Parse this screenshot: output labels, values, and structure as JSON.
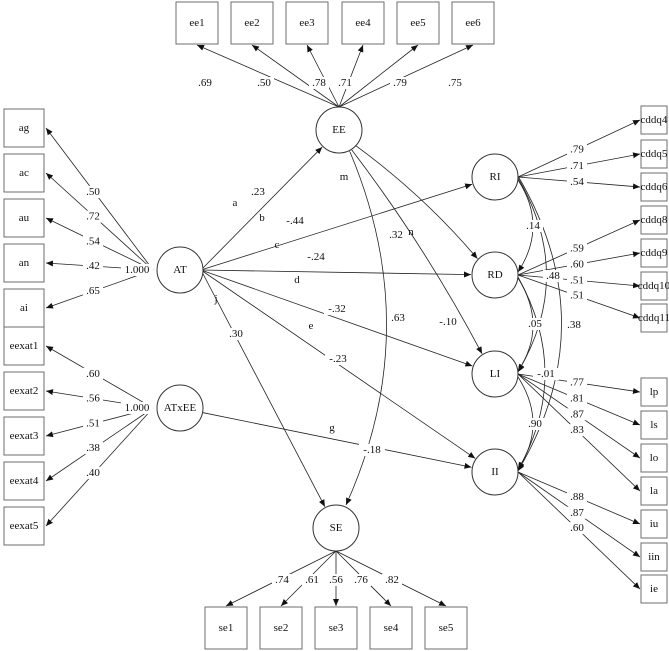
{
  "diagram": {
    "type": "structural-equation-model",
    "latent_factors": [
      {
        "id": "AT",
        "label": "AT",
        "variance_label": "1.000"
      },
      {
        "id": "ATxEE",
        "label": "ATxEE",
        "variance_label": "1.000"
      },
      {
        "id": "EE",
        "label": "EE"
      },
      {
        "id": "SE",
        "label": "SE"
      },
      {
        "id": "RI",
        "label": "RI"
      },
      {
        "id": "RD",
        "label": "RD"
      },
      {
        "id": "LI",
        "label": "LI"
      },
      {
        "id": "II",
        "label": "II"
      }
    ],
    "indicators": {
      "AT": [
        {
          "label": "ag",
          "loading": ".50"
        },
        {
          "label": "ac",
          "loading": ".72"
        },
        {
          "label": "au",
          "loading": ".54"
        },
        {
          "label": "an",
          "loading": ".42"
        },
        {
          "label": "ai",
          "loading": ".65"
        }
      ],
      "ATxEE": [
        {
          "label": "eexat1",
          "loading": ".60"
        },
        {
          "label": "eexat2",
          "loading": ".56"
        },
        {
          "label": "eexat3",
          "loading": ".51"
        },
        {
          "label": "eexat4",
          "loading": ".38"
        },
        {
          "label": "eexat5",
          "loading": ".40"
        }
      ],
      "EE": [
        {
          "label": "ee1",
          "loading": ".69"
        },
        {
          "label": "ee2",
          "loading": ".50"
        },
        {
          "label": "ee3",
          "loading": ".78"
        },
        {
          "label": "ee4",
          "loading": ".71"
        },
        {
          "label": "ee5",
          "loading": ".79"
        },
        {
          "label": "ee6",
          "loading": ".75"
        }
      ],
      "SE": [
        {
          "label": "se1",
          "loading": ".74"
        },
        {
          "label": "se2",
          "loading": ".61"
        },
        {
          "label": "se3",
          "loading": ".56"
        },
        {
          "label": "se4",
          "loading": ".76"
        },
        {
          "label": "se5",
          "loading": ".82"
        }
      ],
      "RI": [
        {
          "label": "cddq4",
          "loading": ".79"
        },
        {
          "label": "cddq5",
          "loading": ".71"
        },
        {
          "label": "cddq6",
          "loading": ".54"
        }
      ],
      "RD": [
        {
          "label": "cddq8",
          "loading": ".59"
        },
        {
          "label": "cddq9",
          "loading": ".60"
        },
        {
          "label": "cddq10",
          "loading": ".51"
        },
        {
          "label": "cddq11",
          "loading": ".51"
        }
      ],
      "LI": [
        {
          "label": "lp",
          "loading": ".77"
        },
        {
          "label": "ls",
          "loading": ".81"
        },
        {
          "label": "lo",
          "loading": ".87"
        },
        {
          "label": "la",
          "loading": ".83"
        }
      ],
      "II": [
        {
          "label": "iu",
          "loading": ".88"
        },
        {
          "label": "iin",
          "loading": ".87"
        },
        {
          "label": "ie",
          "loading": ".60"
        }
      ]
    },
    "paths": [
      {
        "from": "AT",
        "to": "EE",
        "path_label": "a",
        "coef": ".23"
      },
      {
        "from": "AT",
        "to": "RI",
        "path_label": "b",
        "coef": "-.44"
      },
      {
        "from": "AT",
        "to": "RD",
        "path_label": "c",
        "coef": "-.24"
      },
      {
        "from": "AT",
        "to": "LI",
        "path_label": "d",
        "coef": "-.32"
      },
      {
        "from": "AT",
        "to": "II",
        "path_label": "e",
        "coef": "-.23"
      },
      {
        "from": "AT",
        "to": "SE",
        "path_label": "j",
        "coef": ".30"
      },
      {
        "from": "ATxEE",
        "to": "II",
        "path_label": "g",
        "coef": "-.18"
      },
      {
        "from": "EE",
        "to": "RD",
        "path_label": "m",
        "coef": ".32"
      },
      {
        "from": "EE",
        "to": "LI",
        "path_label": "n",
        "coef": "-.10"
      }
    ],
    "covariances": [
      {
        "a": "EE",
        "b": "SE",
        "coef": ".63"
      },
      {
        "a": "RI",
        "b": "RD",
        "coef": ".14"
      },
      {
        "a": "RD",
        "b": "LI",
        "coef": ".05"
      },
      {
        "a": "LI",
        "b": "II",
        "coef": ".90"
      },
      {
        "a": "RI",
        "b": "LI",
        "coef": ".48"
      },
      {
        "a": "RD",
        "b": "II",
        "coef": "-.01"
      },
      {
        "a": "RI",
        "b": "II",
        "coef": ".38"
      }
    ]
  }
}
